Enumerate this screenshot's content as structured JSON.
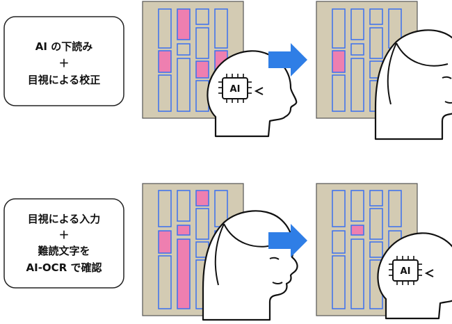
{
  "rows": [
    {
      "id": "row-top",
      "label_lines": [
        "AI の下読み",
        "＋",
        "目視による校正"
      ],
      "left_actor": "ai-head-icon",
      "right_actor": "woman-head-icon",
      "chip_text": "AI",
      "form_before_highlights": 4,
      "form_after_highlights": 1
    },
    {
      "id": "row-bottom",
      "label_lines": [
        "目視による入力",
        "＋",
        "難読文字を",
        "AI-OCR で確認"
      ],
      "left_actor": "woman-head-icon",
      "right_actor": "ai-head-icon",
      "chip_text": "AI",
      "form_before_highlights": 4,
      "form_after_highlights": 1
    }
  ],
  "colors": {
    "form_background": "#d3cbb3",
    "field_outline": "#3a6ff0",
    "highlight": "#ee7fb0",
    "arrow": "#2f7ee6",
    "head_stroke": "#111111"
  },
  "icons": [
    "ai-chip-icon",
    "woman-head-icon",
    "right-arrow-icon"
  ]
}
